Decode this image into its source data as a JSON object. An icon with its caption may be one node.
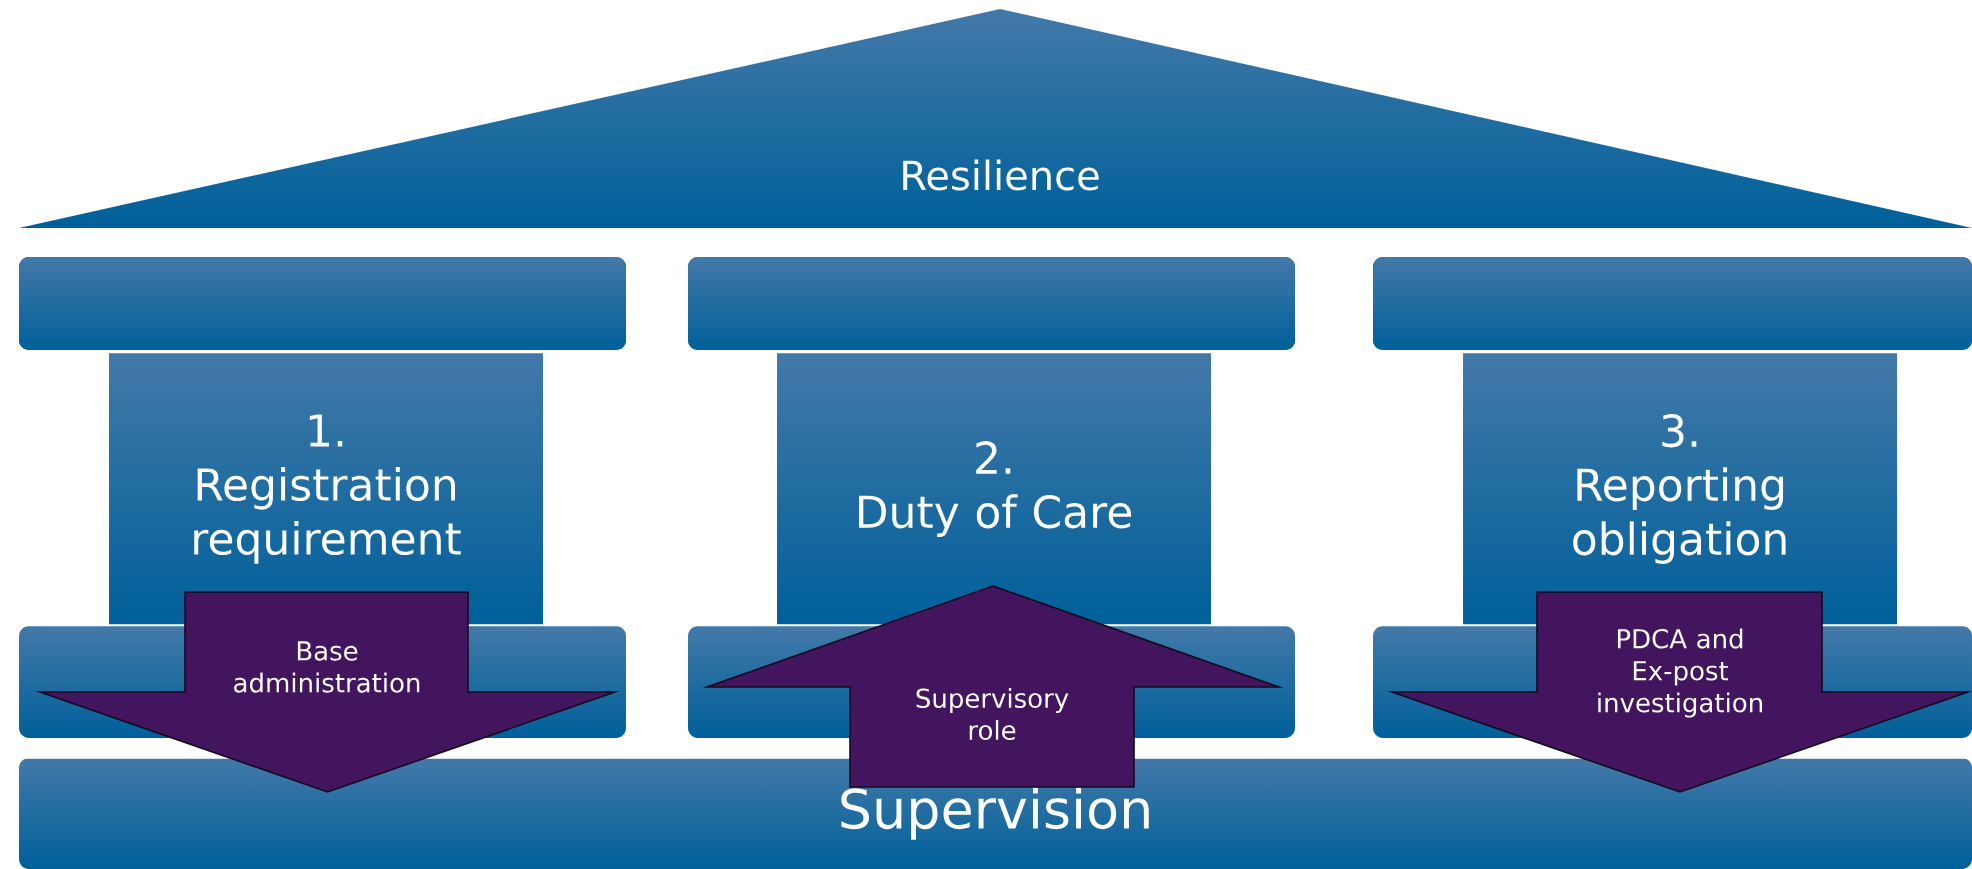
{
  "diagram": {
    "nodes": [
      {
        "text": [
          "Resilience"
        ]
      },
      {
        "text": [],
        "shape": "box"
      },
      {
        "text": [],
        "shape": "box"
      },
      {
        "text": [],
        "shape": "box"
      },
      {
        "text": [
          "1.",
          "Registration requirement"
        ]
      },
      {
        "text": [
          "2.",
          "Duty of Care"
        ]
      },
      {
        "text": [
          "3.",
          "Reporting obligation"
        ]
      },
      {
        "text": [
          "Base administration"
        ]
      },
      {
        "text": [
          "Supervisory role"
        ]
      },
      {
        "text": [
          "PDCA and Ex-post investigation"
        ]
      },
      {
        "text": [
          "Supervision"
        ]
      }
    ]
  }
}
